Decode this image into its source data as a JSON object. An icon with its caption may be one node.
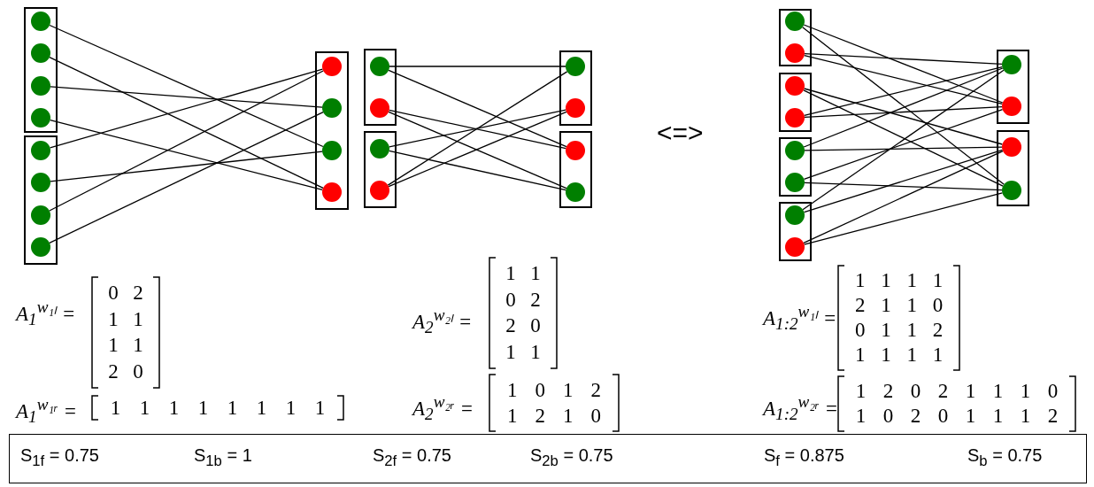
{
  "diagram": {
    "nodes": [
      {
        "text": [],
        "shape": "box"
      },
      {
        "text": [],
        "shape": "circle",
        "in": 0
      },
      {
        "text": [],
        "shape": "circle",
        "in": 0
      },
      {
        "text": [],
        "shape": "circle",
        "in": 0
      },
      {
        "text": [],
        "shape": "circle",
        "in": 0
      },
      {
        "text": [],
        "shape": "box"
      },
      {
        "text": [],
        "shape": "circle",
        "in": 5
      },
      {
        "text": [],
        "shape": "circle",
        "in": 5
      },
      {
        "text": [],
        "shape": "circle",
        "in": 5
      },
      {
        "text": [],
        "shape": "circle",
        "in": 5
      },
      {
        "text": [],
        "shape": "box"
      },
      {
        "text": [],
        "shape": "circle",
        "in": 10
      },
      {
        "text": [],
        "shape": "circle",
        "in": 10
      },
      {
        "text": [],
        "shape": "circle",
        "in": 10
      },
      {
        "text": [],
        "shape": "circle",
        "in": 10
      },
      {
        "text": [],
        "shape": "box"
      },
      {
        "text": [],
        "shape": "circle",
        "in": 15
      },
      {
        "text": [],
        "shape": "circle",
        "in": 15
      },
      {
        "text": [],
        "shape": "box"
      },
      {
        "text": [],
        "shape": "circle",
        "in": 18
      },
      {
        "text": [],
        "shape": "circle",
        "in": 18
      },
      {
        "text": [],
        "shape": "box"
      },
      {
        "text": [],
        "shape": "circle",
        "in": 21
      },
      {
        "text": [],
        "shape": "circle",
        "in": 21
      },
      {
        "text": [],
        "shape": "box"
      },
      {
        "text": [],
        "shape": "circle",
        "in": 24
      },
      {
        "text": [],
        "shape": "circle",
        "in": 24
      },
      {
        "text": [],
        "shape": "box"
      },
      {
        "text": [],
        "shape": "circle",
        "in": 27
      },
      {
        "text": [],
        "shape": "circle",
        "in": 27
      },
      {
        "text": [],
        "shape": "box"
      },
      {
        "text": [],
        "shape": "circle",
        "in": 30
      },
      {
        "text": [],
        "shape": "circle",
        "in": 30
      },
      {
        "text": [],
        "shape": "box"
      },
      {
        "text": [],
        "shape": "circle",
        "in": 33
      },
      {
        "text": [],
        "shape": "circle",
        "in": 33
      },
      {
        "text": [],
        "shape": "box"
      },
      {
        "text": [],
        "shape": "circle",
        "in": 36
      },
      {
        "text": [],
        "shape": "circle",
        "in": 36
      },
      {
        "text": [],
        "shape": "box"
      },
      {
        "text": [],
        "shape": "circle",
        "in": 39
      },
      {
        "text": [],
        "shape": "circle",
        "in": 39
      },
      {
        "text": [],
        "shape": "box"
      },
      {
        "text": [],
        "shape": "circle",
        "in": 42
      },
      {
        "text": [],
        "shape": "circle",
        "in": 42
      },
      {
        "text": [
          "S$_{1f}$ = 0.75",
          "S$_{1b}$ = 1",
          "S$_{2f}$ = 0.75",
          "S$_{2b}$ = 0.75",
          "S$_{f}$ = 0.875",
          "S$_{b}$ = 0.75"
        ]
      }
    ],
    "edges": [
      {
        "from": 1,
        "to": 13,
        "arrow": "none"
      },
      {
        "from": 2,
        "to": 14,
        "arrow": "none"
      },
      {
        "from": 3,
        "to": 12,
        "arrow": "none"
      },
      {
        "from": 4,
        "to": 14,
        "arrow": "none"
      },
      {
        "from": 6,
        "to": 11,
        "arrow": "none"
      },
      {
        "from": 7,
        "to": 13,
        "arrow": "none"
      },
      {
        "from": 8,
        "to": 11,
        "arrow": "none"
      },
      {
        "from": 9,
        "to": 12,
        "arrow": "none"
      },
      {
        "from": 16,
        "to": 22,
        "arrow": "none"
      },
      {
        "from": 16,
        "to": 25,
        "arrow": "none"
      },
      {
        "from": 17,
        "to": 25,
        "arrow": "none"
      },
      {
        "from": 17,
        "to": 26,
        "arrow": "none"
      },
      {
        "from": 19,
        "to": 23,
        "arrow": "none"
      },
      {
        "from": 19,
        "to": 26,
        "arrow": "none"
      },
      {
        "from": 20,
        "to": 22,
        "arrow": "none"
      },
      {
        "from": 20,
        "to": 23,
        "arrow": "none"
      },
      {
        "from": 28,
        "to": 41,
        "arrow": "none"
      },
      {
        "from": 28,
        "to": 44,
        "arrow": "none"
      },
      {
        "from": 29,
        "to": 40,
        "arrow": "none"
      },
      {
        "from": 29,
        "to": 41,
        "arrow": "none"
      },
      {
        "from": 31,
        "to": 43,
        "arrow": "none"
      },
      {
        "from": 31,
        "to": 44,
        "arrow": "none"
      },
      {
        "from": 32,
        "to": 40,
        "arrow": "none"
      },
      {
        "from": 32,
        "to": 41,
        "arrow": "none"
      },
      {
        "from": 34,
        "to": 40,
        "arrow": "none"
      },
      {
        "from": 34,
        "to": 43,
        "arrow": "none"
      },
      {
        "from": 35,
        "to": 41,
        "arrow": "none"
      },
      {
        "from": 35,
        "to": 44,
        "arrow": "none"
      },
      {
        "from": 37,
        "to": 40,
        "arrow": "none"
      },
      {
        "from": 37,
        "to": 43,
        "arrow": "none"
      },
      {
        "from": 38,
        "to": 43,
        "arrow": "none"
      },
      {
        "from": 38,
        "to": 44,
        "arrow": "none"
      }
    ],
    "labels": [
      "<=>",
      "A$_{1}$$^{w₁ₗ}$ =",
      "0",
      "2",
      "1",
      "1",
      "1",
      "1",
      "2",
      "0",
      "A$_{1}$$^{w₁ᵣ}$ =",
      "1",
      "1",
      "1",
      "1",
      "1",
      "1",
      "1",
      "1",
      "A$_{2}$$^{w₂ₗ}$ =",
      "1",
      "1",
      "0",
      "2",
      "2",
      "0",
      "1",
      "1",
      "A$_{2}$$^{w₂ᵣ}$ =",
      "1",
      "0",
      "1",
      "2",
      "1",
      "2",
      "1",
      "0",
      "A$_{1:2}$$^{w₁ₗ}$ =",
      "1",
      "1",
      "1",
      "1",
      "2",
      "1",
      "1",
      "0",
      "0",
      "1",
      "1",
      "2",
      "1",
      "1",
      "1",
      "1",
      "A$_{1:2}$$^{w₂ᵣ}$ =",
      "1",
      "2",
      "0",
      "2",
      "1",
      "1",
      "1",
      "0",
      "1",
      "0",
      "2",
      "0",
      "1",
      "1",
      "1",
      "2"
    ]
  }
}
